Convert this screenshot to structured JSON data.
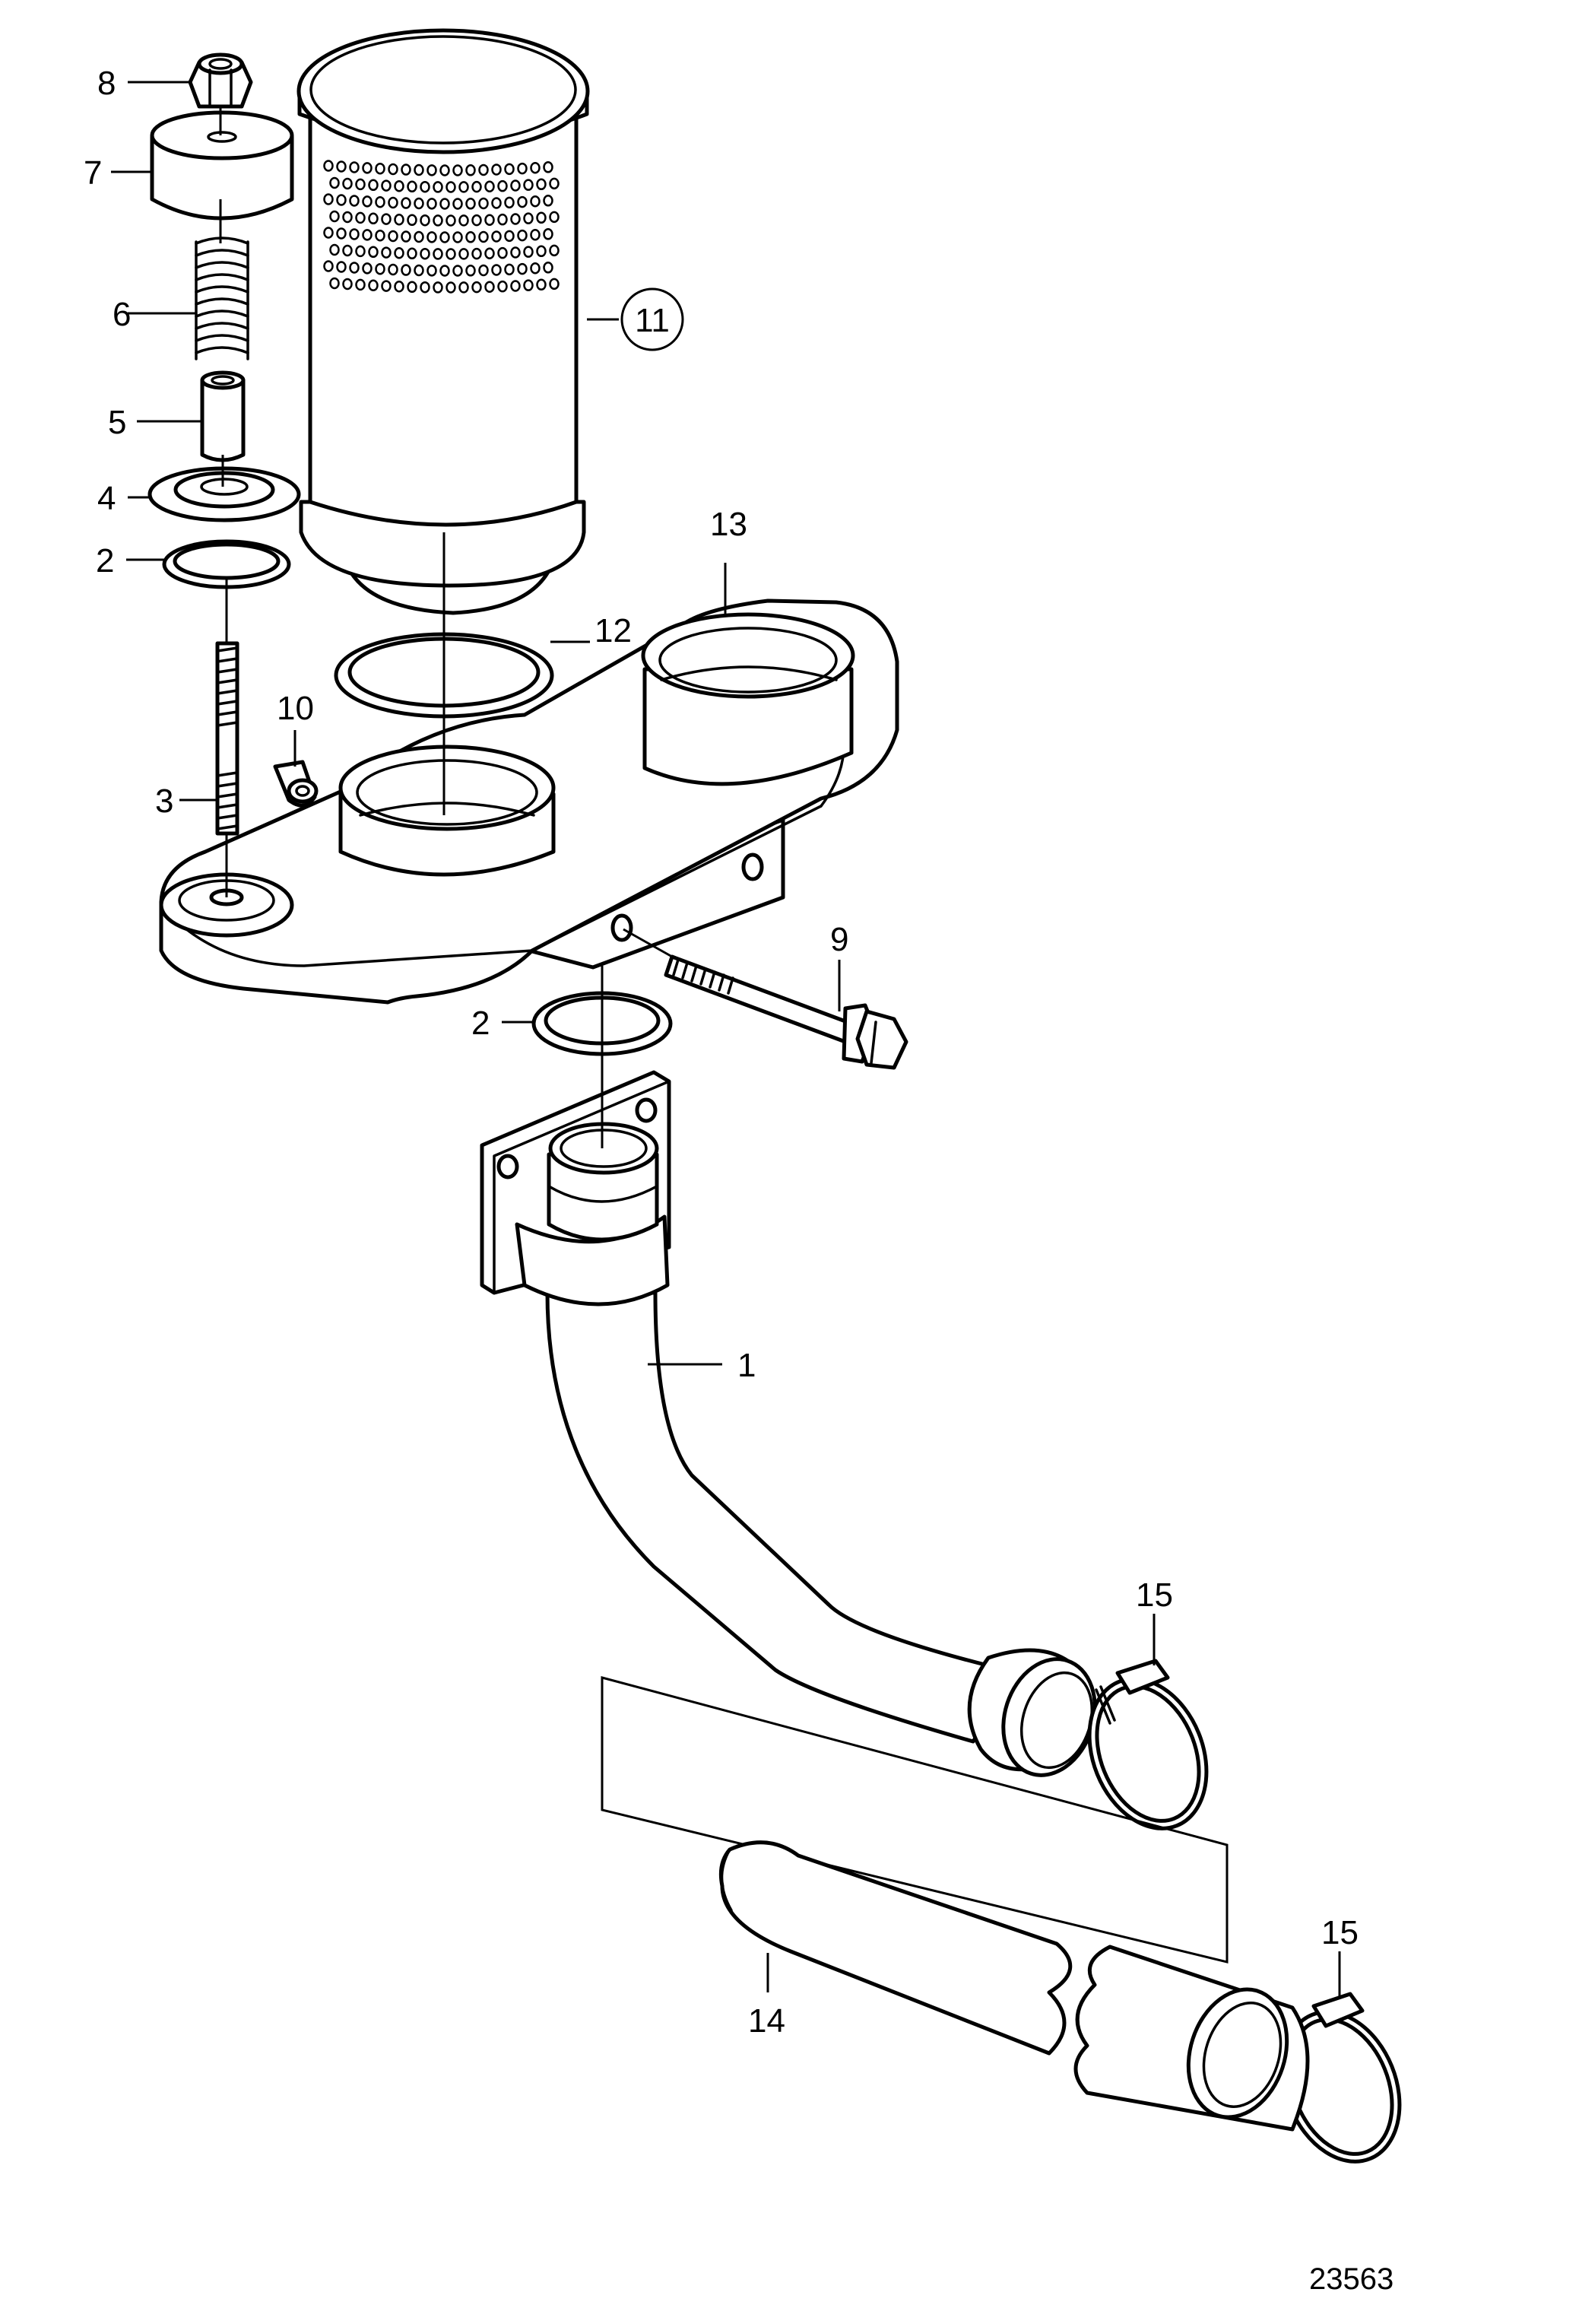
{
  "drawing_number": "23563",
  "callouts": {
    "c1": "1",
    "c2a": "2",
    "c2b": "2",
    "c3": "3",
    "c4": "4",
    "c5": "5",
    "c6": "6",
    "c7": "7",
    "c8": "8",
    "c9": "9",
    "c10": "10",
    "c11": "11",
    "c12": "12",
    "c13": "13",
    "c14": "14",
    "c15a": "15",
    "c15b": "15"
  }
}
